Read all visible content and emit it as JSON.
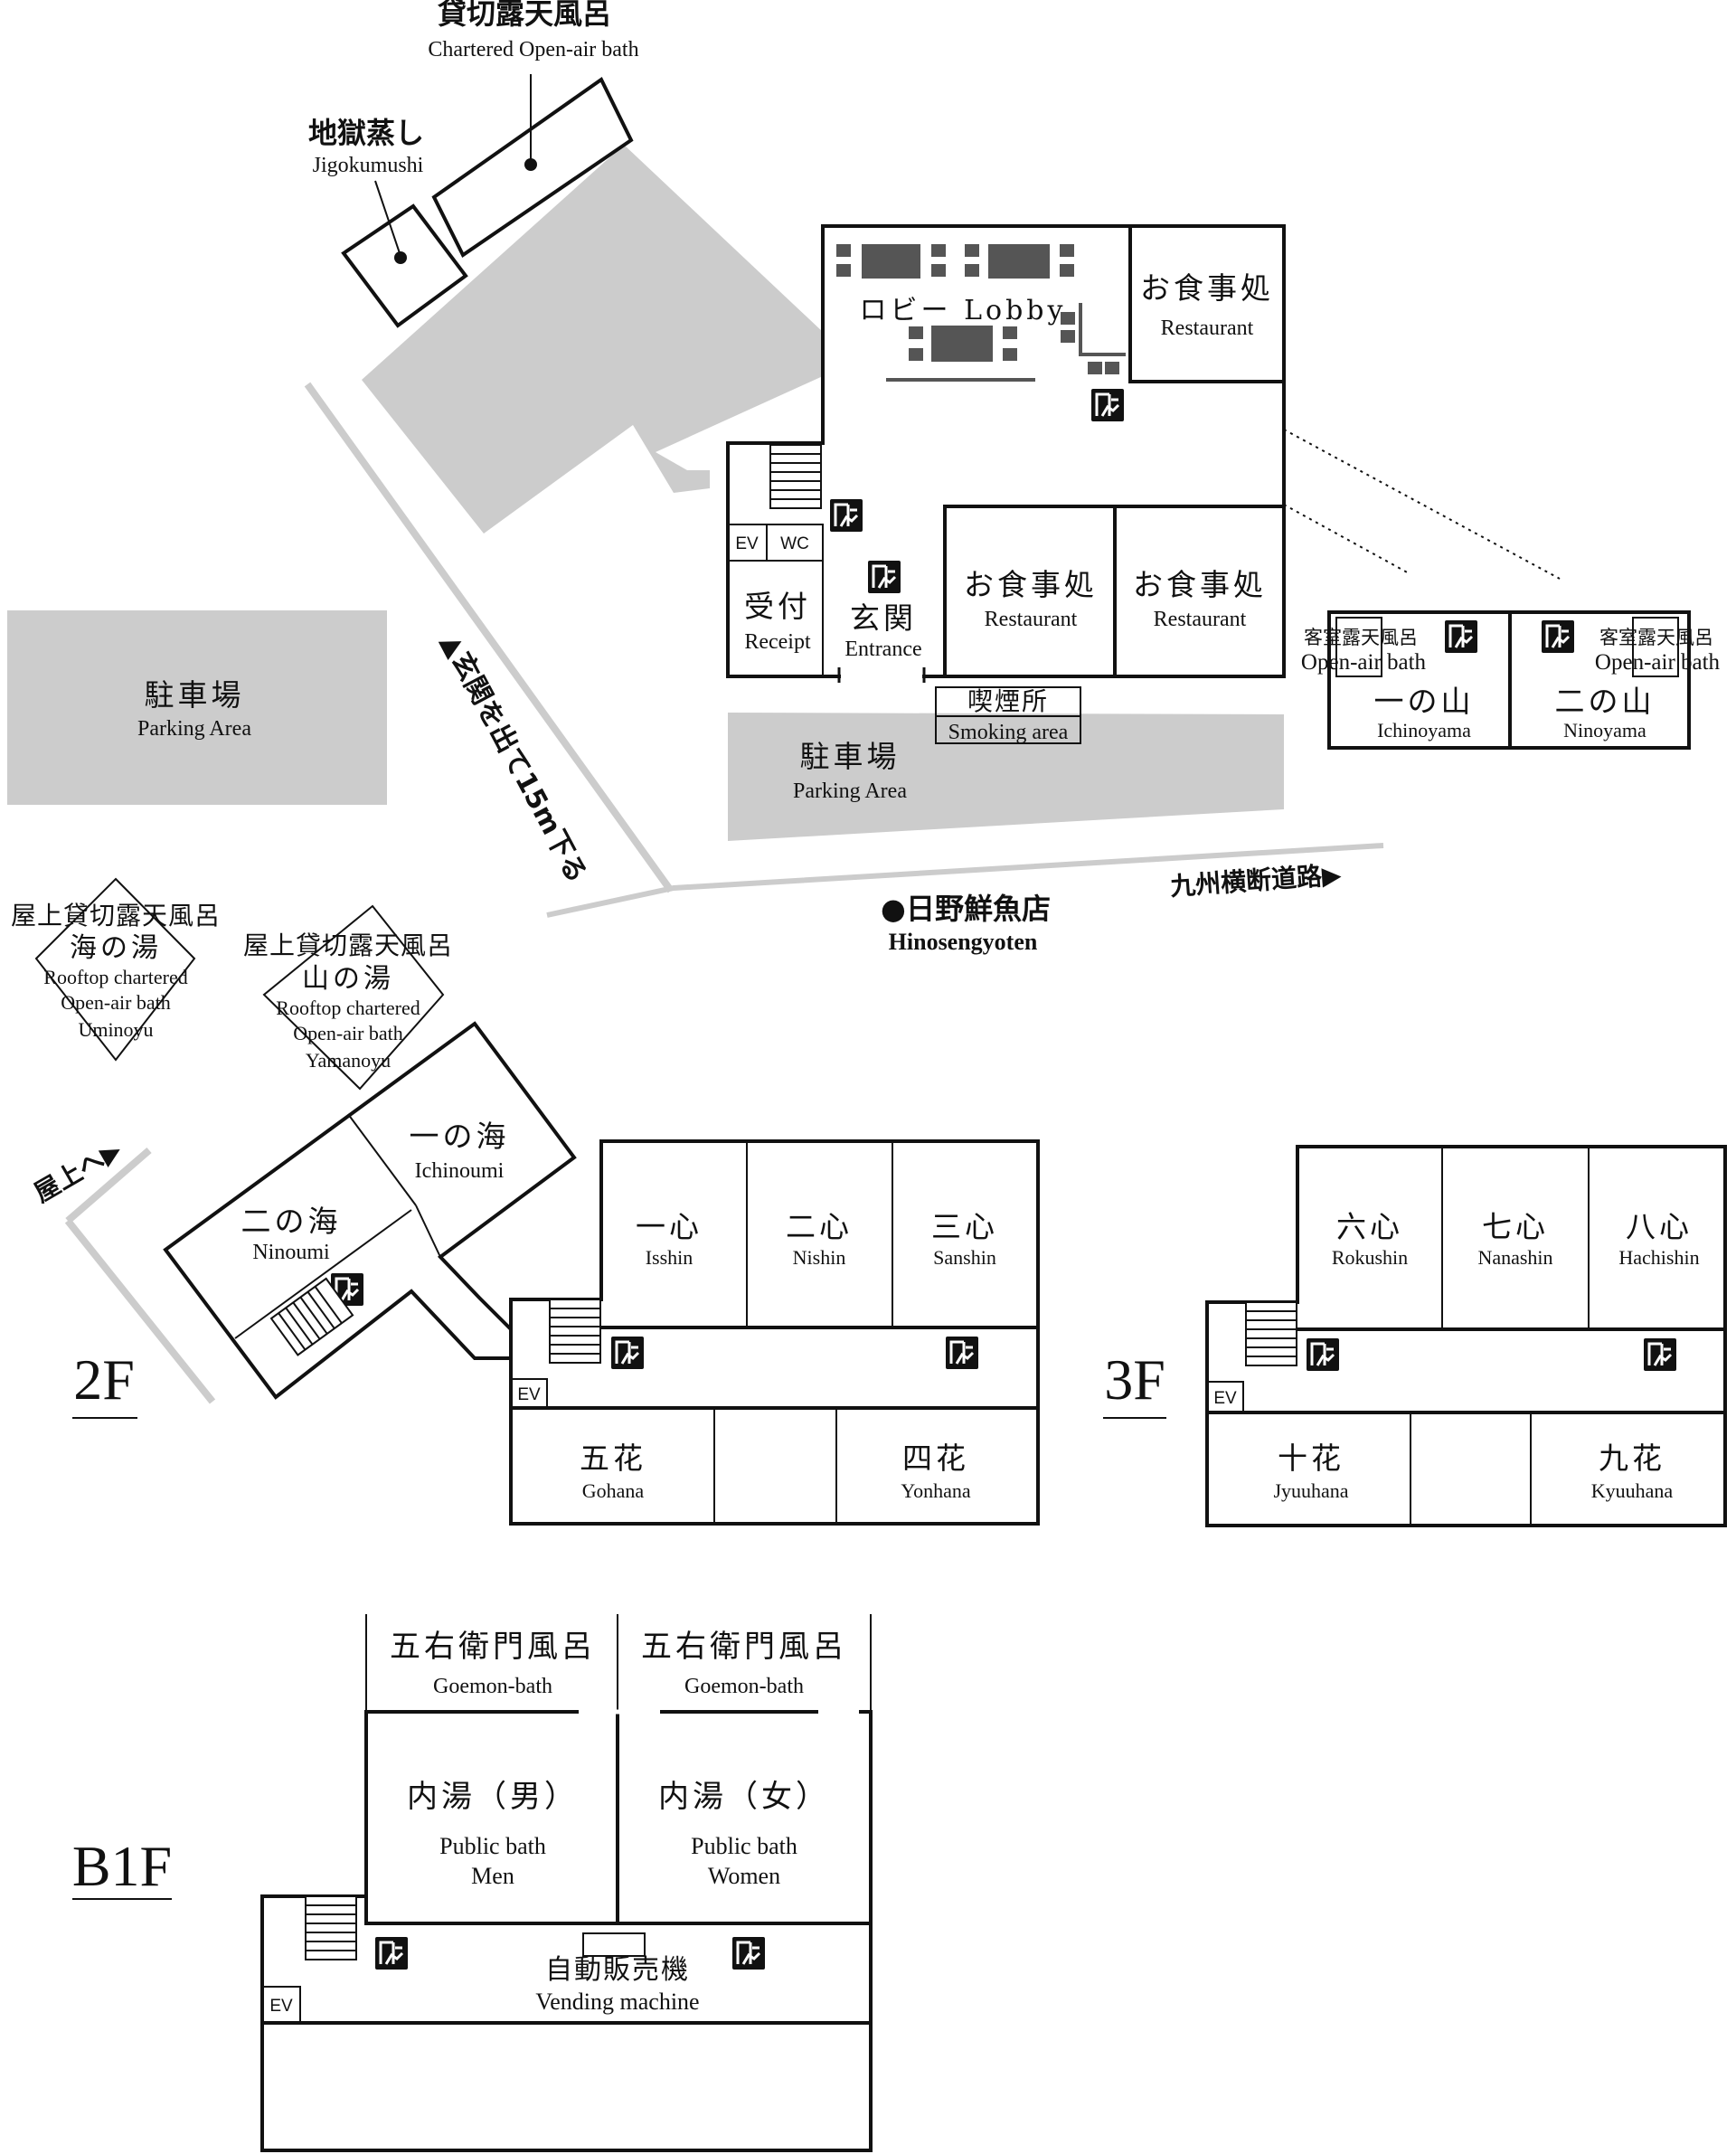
{
  "colors": {
    "wall": "#111111",
    "parking": "#cccccc",
    "background": "#ffffff"
  },
  "icons": [
    "emergency-exit-icon",
    "staircase-icon",
    "dot-marker-icon",
    "arrow-icon"
  ],
  "outside": {
    "chartered_bath": {
      "jp": "貸切露天風呂",
      "en": "Chartered Open-air bath"
    },
    "jigokumushi": {
      "jp": "地獄蒸し",
      "en": "Jigokumushi"
    },
    "parking_left": {
      "jp": "駐車場",
      "en": "Parking Area"
    },
    "parking_front": {
      "jp": "駐車場",
      "en": "Parking Area"
    },
    "road_note": "▲玄関を出て15m下る",
    "kyushu_road": "九州横断道路▶",
    "fish_shop": {
      "jp": "●日野鮮魚店",
      "en": "Hinosengyoten"
    }
  },
  "ground": {
    "lobby": "ロビー Lobby",
    "restaurant_top": {
      "jp": "お食事処",
      "en": "Restaurant"
    },
    "restaurant_a": {
      "jp": "お食事処",
      "en": "Restaurant"
    },
    "restaurant_b": {
      "jp": "お食事処",
      "en": "Restaurant"
    },
    "ev": "EV",
    "wc": "WC",
    "receipt": {
      "jp": "受付",
      "en": "Receipt"
    },
    "entrance": {
      "jp": "玄関",
      "en": "Entrance"
    },
    "smoking": {
      "jp": "喫煙所",
      "en": "Smoking area"
    },
    "ichinoyama": {
      "jp": "一の山",
      "en": "Ichinoyama"
    },
    "ninoyama": {
      "jp": "二の山",
      "en": "Ninoyama"
    },
    "room_bath_1": {
      "jp": "客室露天風呂",
      "en": "Open-air bath"
    },
    "room_bath_2": {
      "jp": "客室露天風呂",
      "en": "Open-air bath"
    }
  },
  "floor2": {
    "label": "2F",
    "umi_bath": {
      "jp1": "屋上貸切露天風呂",
      "jp2": "海の湯",
      "en1": "Rooftop chartered",
      "en2": "Open-air bath",
      "en3": "Uminoyu"
    },
    "yama_bath": {
      "jp1": "屋上貸切露天風呂",
      "jp2": "山の湯",
      "en1": "Rooftop chartered",
      "en2": "Open-air bath",
      "en3": "Yamanoyu"
    },
    "to_roof": "屋上へ▶",
    "ichinoumi": {
      "jp": "一の海",
      "en": "Ichinoumi"
    },
    "ninoumi": {
      "jp": "二の海",
      "en": "Ninoumi"
    },
    "isshin": {
      "jp": "一心",
      "en": "Isshin"
    },
    "nishin": {
      "jp": "二心",
      "en": "Nishin"
    },
    "sanshin": {
      "jp": "三心",
      "en": "Sanshin"
    },
    "gohana": {
      "jp": "五花",
      "en": "Gohana"
    },
    "yonhana": {
      "jp": "四花",
      "en": "Yonhana"
    },
    "ev": "EV"
  },
  "floor3": {
    "label": "3F",
    "rokushin": {
      "jp": "六心",
      "en": "Rokushin"
    },
    "nanashin": {
      "jp": "七心",
      "en": "Nanashin"
    },
    "hachishin": {
      "jp": "八心",
      "en": "Hachishin"
    },
    "jyuuhana": {
      "jp": "十花",
      "en": "Jyuuhana"
    },
    "kyuuhana": {
      "jp": "九花",
      "en": "Kyuuhana"
    },
    "ev": "EV"
  },
  "floorB1": {
    "label": "B1F",
    "goemon_1": {
      "jp": "五右衛門風呂",
      "en": "Goemon-bath"
    },
    "goemon_2": {
      "jp": "五右衛門風呂",
      "en": "Goemon-bath"
    },
    "bath_men": {
      "jp": "内湯（男）",
      "en1": "Public bath",
      "en2": "Men"
    },
    "bath_women": {
      "jp": "内湯（女）",
      "en1": "Public bath",
      "en2": "Women"
    },
    "vending": {
      "jp": "自動販売機",
      "en": "Vending machine"
    },
    "ev": "EV"
  }
}
